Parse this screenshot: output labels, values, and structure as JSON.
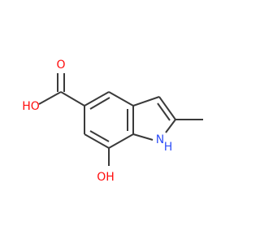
{
  "molecule": {
    "atoms": {
      "O_acid_oh": {
        "label": "HO",
        "element": "O",
        "color": "#ff0d0d"
      },
      "O_acid_dbl": {
        "label": "O",
        "element": "O",
        "color": "#ff0d0d"
      },
      "O_hydroxy": {
        "label": "OH",
        "element": "O",
        "color": "#ff0d0d"
      },
      "N_ring": {
        "label": "N",
        "element": "N",
        "color": "#3050f8"
      },
      "H_on_N": {
        "label": "H",
        "element": "H",
        "color": "#3050f8"
      }
    },
    "bond_color": "#3a3a3a"
  }
}
